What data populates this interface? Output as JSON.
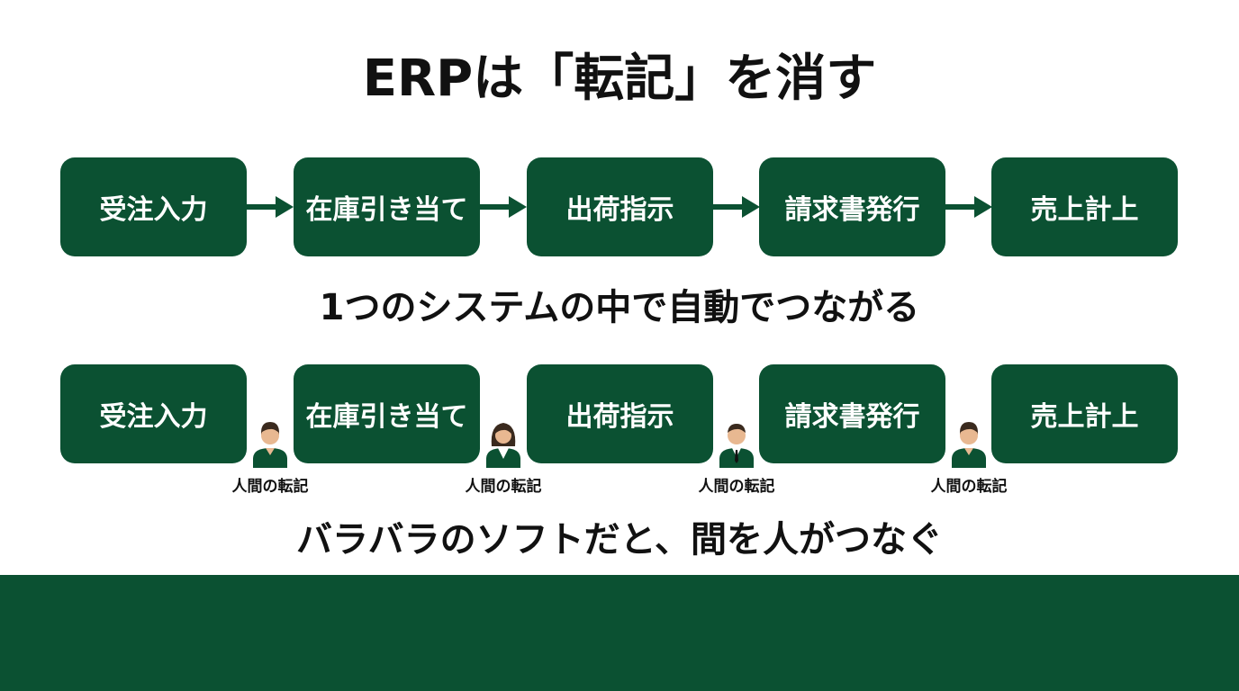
{
  "title": "ERPは「転記」を消す",
  "flow_integrated": {
    "steps": [
      "受注入力",
      "在庫引き当て",
      "出荷指示",
      "請求書発行",
      "売上計上"
    ],
    "caption": "1つのシステムの中で自動でつながる"
  },
  "flow_manual": {
    "steps": [
      "受注入力",
      "在庫引き当て",
      "出荷指示",
      "請求書発行",
      "売上計上"
    ],
    "handoff_label": "人間の転記",
    "caption": "バラバラのソフトだと、間を人がつなぐ"
  },
  "icons": {
    "arrow": "arrow-right-icon",
    "person": "person-icon"
  },
  "colors": {
    "accent": "#0b5132",
    "text": "#111111",
    "background": "#ffffff",
    "arrow": "#0b5132"
  }
}
